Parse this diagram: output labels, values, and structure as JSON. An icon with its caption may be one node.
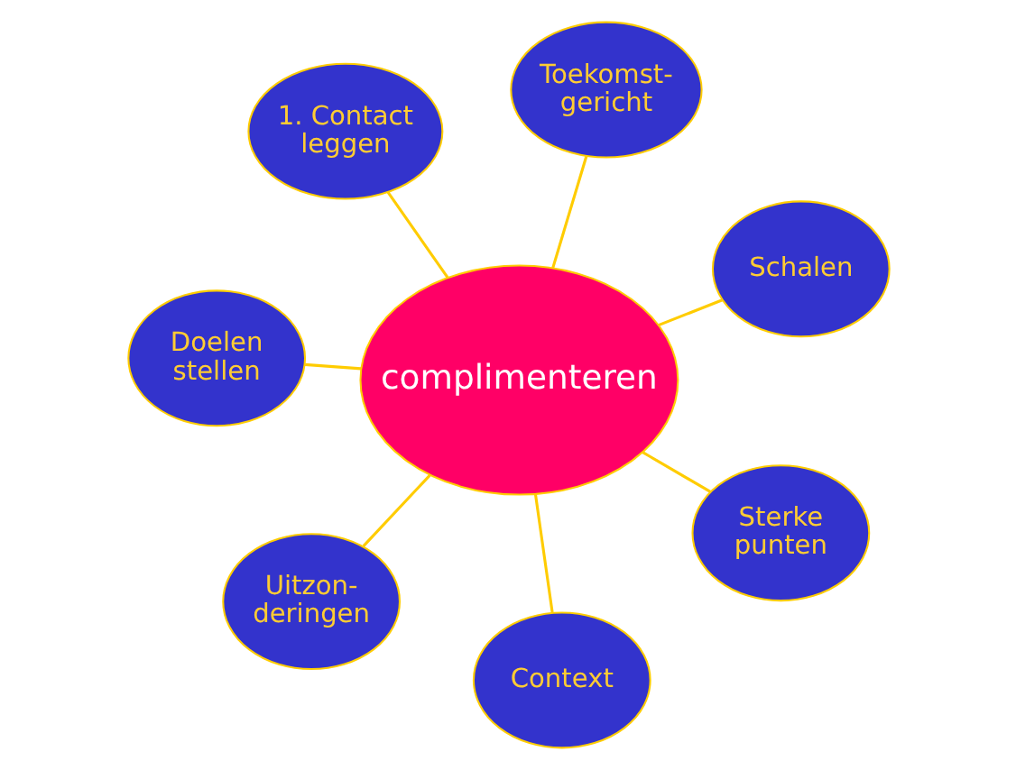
{
  "diagram": {
    "nodes": [
      {
        "text": [
          "1. Contact leggen"
        ]
      },
      {
        "text": [
          "Schalen"
        ]
      },
      {
        "text": [
          "Context"
        ]
      },
      {
        "text": [
          "complimenteren"
        ]
      },
      {
        "text": [
          "Toekomst- gericht"
        ]
      },
      {
        "text": [
          "Doelen stellen"
        ]
      },
      {
        "text": [
          "Uitzon- deringen"
        ]
      },
      {
        "text": [
          "Sterke punten"
        ]
      }
    ],
    "edges": [
      {
        "from": 3,
        "to": 0,
        "arrow": "none",
        "color": "#ffcc00"
      },
      {
        "from": 3,
        "to": 2,
        "arrow": "none",
        "color": "#ffcc00"
      },
      {
        "from": 3,
        "to": 5,
        "arrow": "none",
        "color": "#ffcc00"
      },
      {
        "from": 3,
        "to": 7,
        "arrow": "none",
        "color": "#ffcc00"
      },
      {
        "from": 3,
        "to": 6,
        "arrow": "none",
        "color": "#ffcc00"
      },
      {
        "from": 3,
        "to": 4,
        "arrow": "none",
        "color": "#ffcc00"
      },
      {
        "from": 3,
        "to": 1,
        "arrow": "none",
        "color": "#ffcc00"
      }
    ]
  }
}
